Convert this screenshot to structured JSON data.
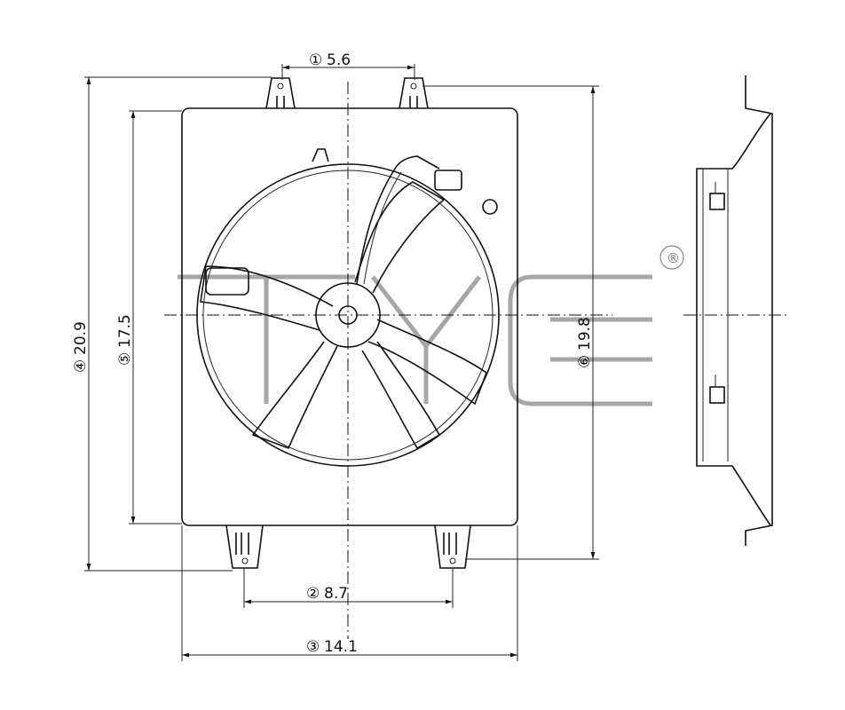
{
  "drawing": {
    "dimensions": [
      {
        "callout": "①",
        "value": "5.6"
      },
      {
        "callout": "②",
        "value": "8.7"
      },
      {
        "callout": "③",
        "value": "14.1"
      },
      {
        "callout": "④",
        "value": "20.9"
      },
      {
        "callout": "⑤",
        "value": "17.5"
      },
      {
        "callout": "⑥",
        "value": "19.8"
      }
    ],
    "watermark": {
      "text": "TYC",
      "registered": "®"
    }
  }
}
